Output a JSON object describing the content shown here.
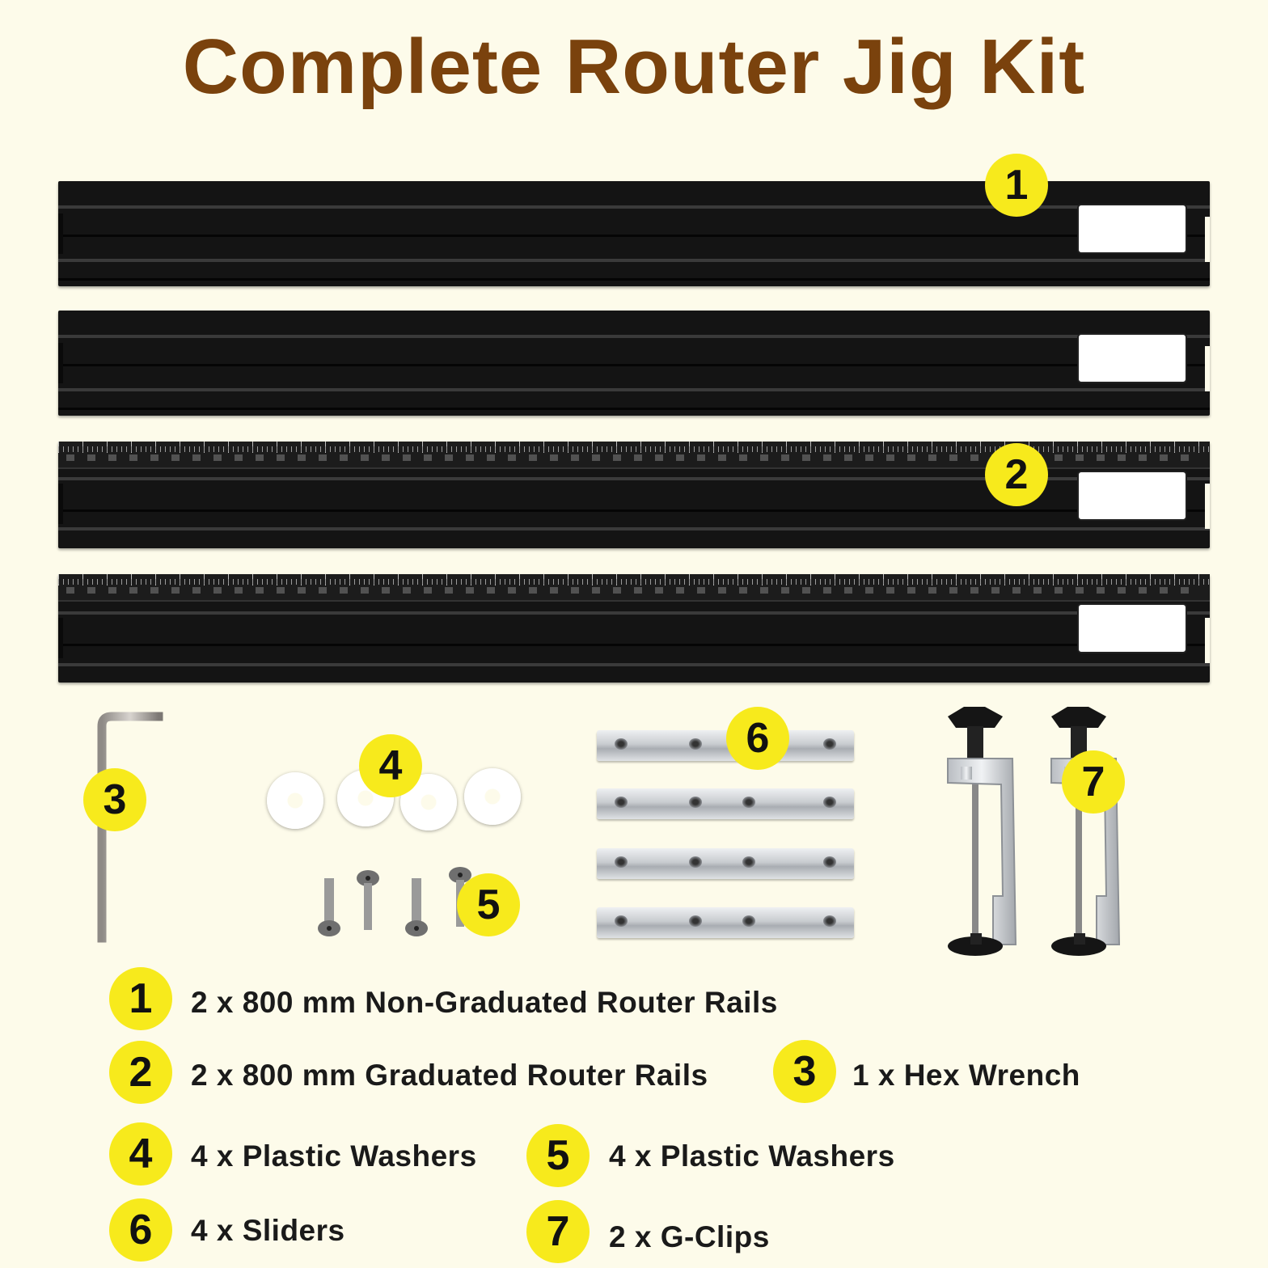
{
  "title": "Complete Router Jig Kit",
  "callouts": {
    "rail_top": "1",
    "rail_graduated": "2",
    "wrench": "3",
    "washers": "4",
    "screws": "5",
    "sliders": "6",
    "clips": "7"
  },
  "legend": [
    {
      "number": "1",
      "text": "2 x 800 mm Non-Graduated Router Rails"
    },
    {
      "number": "2",
      "text": "2 x 800 mm Graduated Router Rails"
    },
    {
      "number": "3",
      "text": "1 x Hex Wrench"
    },
    {
      "number": "4",
      "text": "4 x Plastic Washers"
    },
    {
      "number": "5",
      "text": "4 x Plastic Washers"
    },
    {
      "number": "6",
      "text": "4 x Sliders"
    },
    {
      "number": "7",
      "text": "2 x G-Clips"
    }
  ],
  "colors": {
    "title": "#7a420d",
    "badge": "#f7ea1c",
    "background": "#fdfbea",
    "rail": "#141414"
  }
}
